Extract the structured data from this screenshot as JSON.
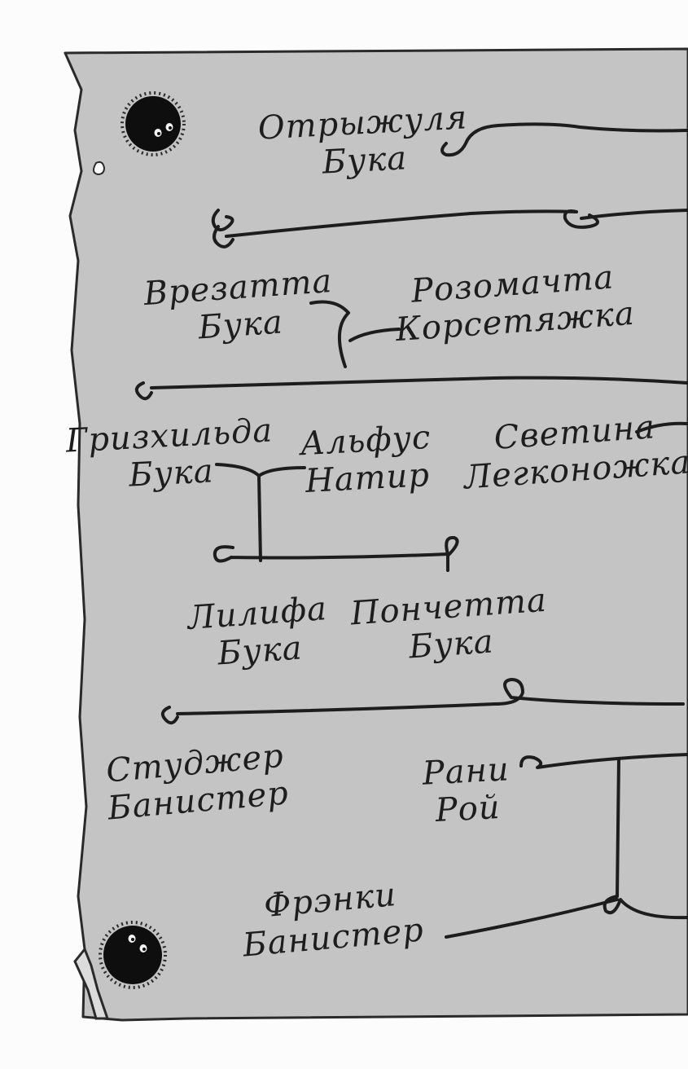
{
  "family_tree": {
    "otryzhulya": {
      "first": "Отрыжуля",
      "last": "Бука"
    },
    "vrezatta": {
      "first": "Врезатта",
      "last": "Бука"
    },
    "rozomachta": {
      "first": "Розомачта",
      "last": "Корсетяжка"
    },
    "grizhilda": {
      "first": "Гризхильда",
      "last": "Бука"
    },
    "alfus": {
      "first": "Альфус",
      "last": "Натир"
    },
    "svetina": {
      "first": "Светина",
      "last": "Легконожка"
    },
    "lilifa": {
      "first": "Лилифа",
      "last": "Бука"
    },
    "ponchetta": {
      "first": "Пончетта",
      "last": "Бука"
    },
    "studzher": {
      "first": "Студжер",
      "last": "Банистер"
    },
    "rani": {
      "first": "Рани",
      "last": "Рой"
    },
    "frenki": {
      "first": "Фрэнки",
      "last": "Банистер"
    }
  },
  "colors": {
    "paper": "#c4c4c4",
    "ink": "#1d1d1d",
    "soot": "#0e0e0e"
  }
}
